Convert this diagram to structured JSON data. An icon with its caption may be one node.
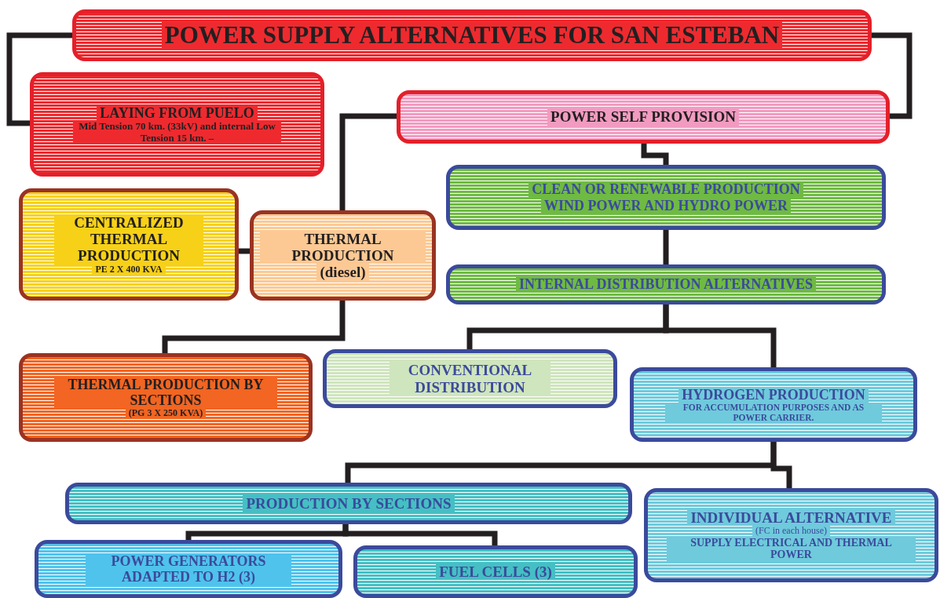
{
  "diagram": {
    "nodes": [
      {
        "text": [
          "POWER SUPPLY ALTERNATIVES FOR SAN ESTEBAN"
        ]
      },
      {
        "text": [
          "LAYING FROM PUELO",
          "Mid Tension 70 km. (33kV) and internal Low Tension 15 km. –"
        ]
      },
      {
        "text": [
          "POWER SELF PROVISION"
        ]
      },
      {
        "text": [
          "CENTRALIZED THERMAL PRODUCTION",
          "PE  2 X 400 KVA"
        ]
      },
      {
        "text": [
          "THERMAL PRODUCTION",
          "(diesel)"
        ]
      },
      {
        "text": [
          "CLEAN OR RENEWABLE PRODUCTION",
          "WIND POWER AND HYDRO POWER"
        ]
      },
      {
        "text": [
          "INTERNAL DISTRIBUTION ALTERNATIVES"
        ]
      },
      {
        "text": [
          "THERMAL PRODUCTION BY SECTIONS",
          "(PG 3 X 250 KVA)"
        ]
      },
      {
        "text": [
          "CONVENTIONAL DISTRIBUTION"
        ]
      },
      {
        "text": [
          "HYDROGEN PRODUCTION",
          "FOR ACCUMULATION PURPOSES AND AS POWER CARRIER."
        ]
      },
      {
        "text": [
          "PRODUCTION BY SECTIONS"
        ]
      },
      {
        "text": [
          "INDIVIDUAL ALTERNATIVE",
          "(FC in each house)",
          "SUPPLY ELECTRICAL AND THERMAL POWER"
        ]
      },
      {
        "text": [
          "POWER GENERATORS ADAPTED TO H2 (3)"
        ]
      },
      {
        "text": [
          "FUEL CELLS (3)"
        ]
      }
    ],
    "edges": [
      {
        "from": 0,
        "to": 1,
        "arrow": "none"
      },
      {
        "from": 0,
        "to": 2,
        "arrow": "none"
      },
      {
        "from": 2,
        "to": 4,
        "arrow": "none"
      },
      {
        "from": 2,
        "to": 5,
        "arrow": "none"
      },
      {
        "from": 4,
        "to": 3,
        "arrow": "none"
      },
      {
        "from": 5,
        "to": 6,
        "arrow": "none"
      },
      {
        "from": 4,
        "to": 7,
        "arrow": "none"
      },
      {
        "from": 6,
        "to": 8,
        "arrow": "none"
      },
      {
        "from": 6,
        "to": 9,
        "arrow": "none"
      },
      {
        "from": 9,
        "to": 10,
        "arrow": "none"
      },
      {
        "from": 9,
        "to": 11,
        "arrow": "none"
      },
      {
        "from": 10,
        "to": 12,
        "arrow": "none"
      },
      {
        "from": 10,
        "to": 13,
        "arrow": "none"
      }
    ]
  }
}
